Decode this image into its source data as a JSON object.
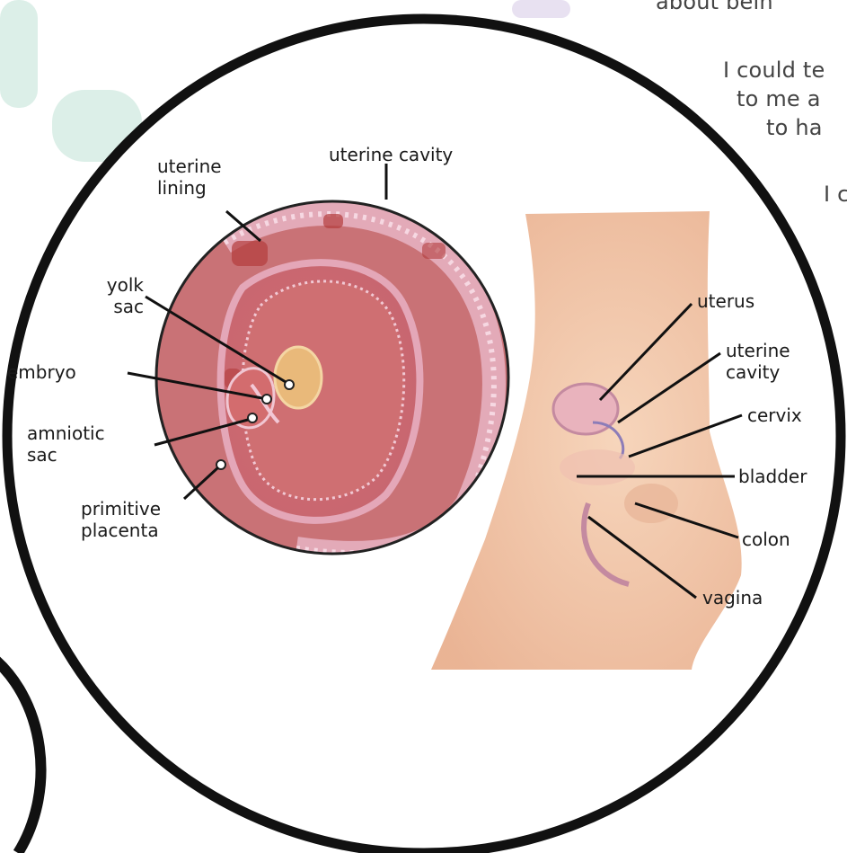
{
  "background_text": [
    "about bein",
    "I could te",
    "to me a",
    "to ha",
    "I c"
  ],
  "inset_labels": {
    "uterine_lining": [
      "uterine",
      "lining"
    ],
    "uterine_cavity": "uterine cavity",
    "yolk_sac": [
      "yolk",
      "sac"
    ],
    "embryo": "embryo",
    "amniotic_sac": [
      "amniotic",
      "sac"
    ],
    "primitive_placenta": [
      "primitive",
      "placenta"
    ]
  },
  "body_labels": {
    "uterus": "uterus",
    "uterine_cavity": [
      "uterine",
      "cavity"
    ],
    "cervix": "cervix",
    "bladder": "bladder",
    "colon": "colon",
    "vagina": "vagina"
  },
  "colors": {
    "ring": "#111111",
    "blob_green": "#dbece6",
    "blob_lavender": "#e7e1f0",
    "lining_pink": "#d88a8a",
    "cavity_purple": "#8a7cc8",
    "skin": "#f3c9ac"
  }
}
